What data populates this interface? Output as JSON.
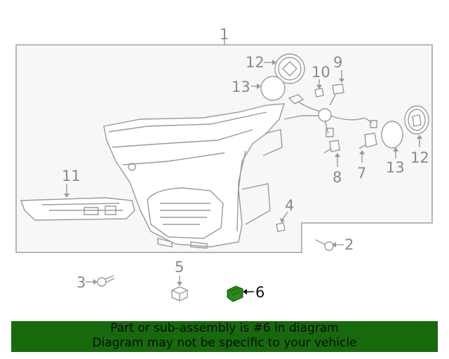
{
  "diagram": {
    "title": "Headlamp assembly parts diagram",
    "highlight_color": "#2a8a1a",
    "line_color": "#9a9a9a",
    "panel_fill": "#f7f7f7",
    "callouts": [
      {
        "id": "1",
        "label": "1",
        "part": "headlamp-assembly"
      },
      {
        "id": "2",
        "label": "2",
        "part": "screw"
      },
      {
        "id": "3",
        "label": "3",
        "part": "bolt"
      },
      {
        "id": "4",
        "label": "4",
        "part": "clip"
      },
      {
        "id": "5",
        "label": "5",
        "part": "nut"
      },
      {
        "id": "6",
        "label": "6",
        "part": "highlighted-part",
        "highlighted": true
      },
      {
        "id": "7",
        "label": "7",
        "part": "bracket"
      },
      {
        "id": "8",
        "label": "8",
        "part": "bulb"
      },
      {
        "id": "9",
        "label": "9",
        "part": "bulb"
      },
      {
        "id": "10",
        "label": "10",
        "part": "cap"
      },
      {
        "id": "11",
        "label": "11",
        "part": "connector"
      },
      {
        "id": "12a",
        "label": "12",
        "part": "cover"
      },
      {
        "id": "12b",
        "label": "12",
        "part": "cover"
      },
      {
        "id": "13a",
        "label": "13",
        "part": "seal"
      },
      {
        "id": "13b",
        "label": "13",
        "part": "seal"
      }
    ]
  },
  "banner": {
    "background": "#176a0b",
    "line1": "Part or sub-assembly is #6 in diagram",
    "line2": "Diagram may not be specific to your vehicle"
  }
}
